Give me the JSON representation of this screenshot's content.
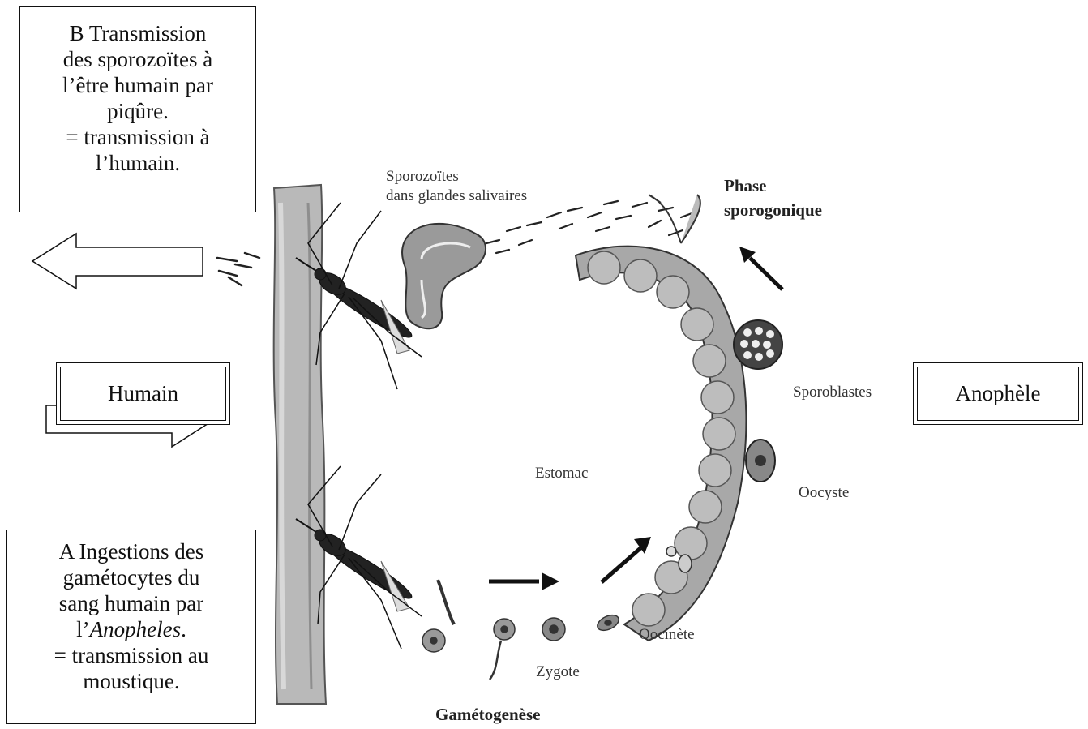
{
  "box_b": {
    "lines": [
      "B Transmission",
      "des sporozoïtes à",
      "l’être humain par",
      "piqûre.",
      "= transmission à",
      "l’humain."
    ]
  },
  "box_a": {
    "line1": "A  Ingestions des",
    "line2": "gamétocytes du",
    "line3": "sang humain par",
    "line4_prefix": "l’",
    "line4_italic": "Anopheles",
    "line4_suffix": ".",
    "line5": "= transmission au",
    "line6": "moustique."
  },
  "humain_label": "Humain",
  "anophele_label": "Anophèle",
  "labels": {
    "sporozoites_line1": "Sporozoïtes",
    "sporozoites_line2": "dans glandes salivaires",
    "phase_line1": "Phase",
    "phase_line2": "sporogonique",
    "estomac": "Estomac",
    "sporoblastes": "Sporoblastes",
    "oocyste": "Oocyste",
    "oocinete": "Oocinète",
    "zygote": "Zygote",
    "gametogenese": "Gamétogenèse"
  }
}
